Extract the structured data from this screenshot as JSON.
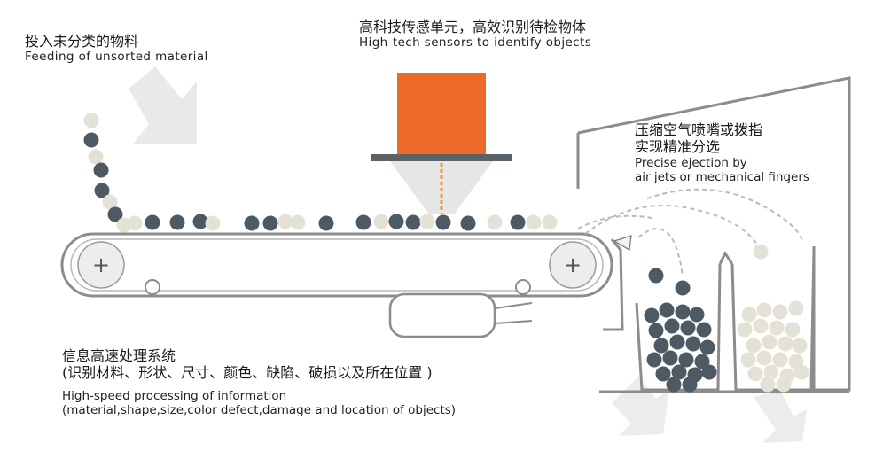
{
  "feeding": {
    "cn": "投入未分类的物料",
    "en": "Feeding of unsorted material"
  },
  "sensor": {
    "cn": "高科技传感单元，高效识别待检物体",
    "en": "High-tech sensors to identify objects"
  },
  "ejection": {
    "cn_line1": "压缩空气喷嘴或拨指",
    "cn_line2": "实现精准分选",
    "en_line1": "Precise ejection by",
    "en_line2": "air jets or mechanical fingers"
  },
  "processing": {
    "cn_line1": "信息高速处理系统",
    "cn_line2": "(识别材料、形状、尺寸、颜色、缺陷、破损以及所在位置 )",
    "en_line1": "High-speed processing of information",
    "en_line2": "(material,shape,size,color defect,damage and location of objects)"
  },
  "colors": {
    "dark_ball": "#4d5a63",
    "light_ball": "#e4e2d6",
    "sensor_orange": "#ec6a2a",
    "sensor_beam": "#e89a3c",
    "line_gray": "#8c8c8c",
    "arrow_gray": "#e6e6e6",
    "bin_dark": "#5a6167"
  },
  "icons": {
    "pulley": "plus-icon",
    "feed_arrow": "arrow-down-right-icon",
    "exit_arrow": "arrow-down-icon"
  }
}
